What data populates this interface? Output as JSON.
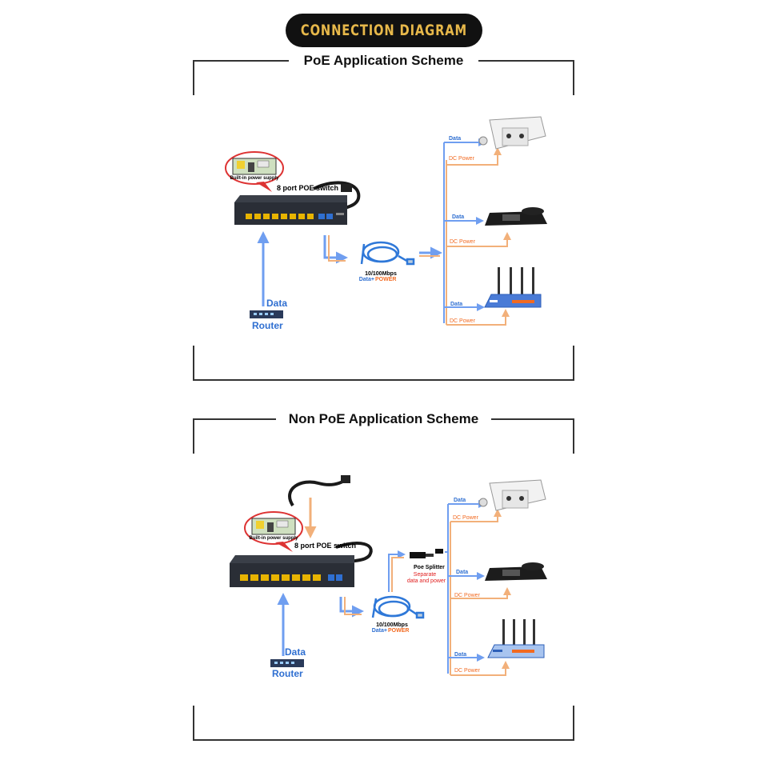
{
  "banner": {
    "title": "CONNECTION DIAGRAM"
  },
  "colors": {
    "blue": "#6f9ef0",
    "orange": "#f2b07a",
    "switch": "#2a2e36",
    "lan_port": "#e8b400",
    "uplink_port": "#2f6fd1",
    "router_blue": "#2f6fd1",
    "power_orange": "#f26a21",
    "red": "#e02020"
  },
  "poe": {
    "title": "PoE Application Scheme",
    "switch_label": "8 port POE switch",
    "psu_label": "Built-in power supply",
    "cable_speed": "10/100Mbps",
    "cable_data": "Data+",
    "cable_power": "POWER",
    "router_data": "Data",
    "router_label": "Router",
    "devices": [
      {
        "name": "camera",
        "data": "Data",
        "power": "DC Power"
      },
      {
        "name": "phone",
        "data": "Data",
        "power": "DC Power"
      },
      {
        "name": "router",
        "data": "Data",
        "power": "DC Power"
      }
    ]
  },
  "nonpoe": {
    "title": "Non PoE Application Scheme",
    "switch_label": "8 port POE switch",
    "psu_label": "Built-in power supply",
    "cable_speed": "10/100Mbps",
    "cable_data": "Data+",
    "cable_power": "POWER",
    "splitter_label": "Poe Splitter",
    "splitter_note_1": "Separate",
    "splitter_note_2": "data and power",
    "router_data": "Data",
    "router_label": "Router",
    "devices": [
      {
        "name": "camera",
        "data": "Data",
        "power": "DC Power"
      },
      {
        "name": "phone",
        "data": "Data",
        "power": "DC Power"
      },
      {
        "name": "router",
        "data": "Data",
        "power": "DC Power"
      }
    ]
  }
}
